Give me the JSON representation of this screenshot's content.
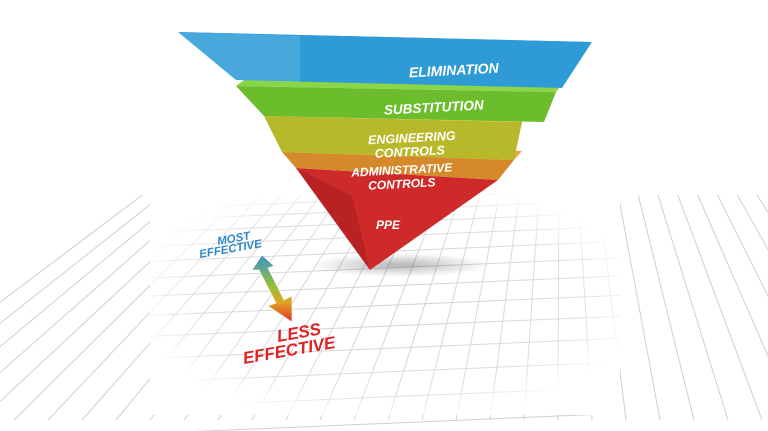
{
  "levels": [
    {
      "label": "ELIMINATION",
      "color": "#2f9bd6"
    },
    {
      "label": "SUBSTITUTION",
      "color": "#6cbd2c"
    },
    {
      "label_line1": "ENGINEERING",
      "label_line2": "CONTROLS",
      "color": "#b8b92a"
    },
    {
      "label_line1": "ADMINISTRATIVE",
      "label_line2": "CONTROLS",
      "color": "#d5892a"
    },
    {
      "label": "PPE",
      "color": "#cf2a2a"
    }
  ],
  "scale": {
    "top_line1": "MOST",
    "top_line2": "EFFECTIVE",
    "top_color": "#2f87c7",
    "bottom_line1": "LESS",
    "bottom_line2": "EFFECTIVE",
    "bottom_color": "#e02222"
  }
}
